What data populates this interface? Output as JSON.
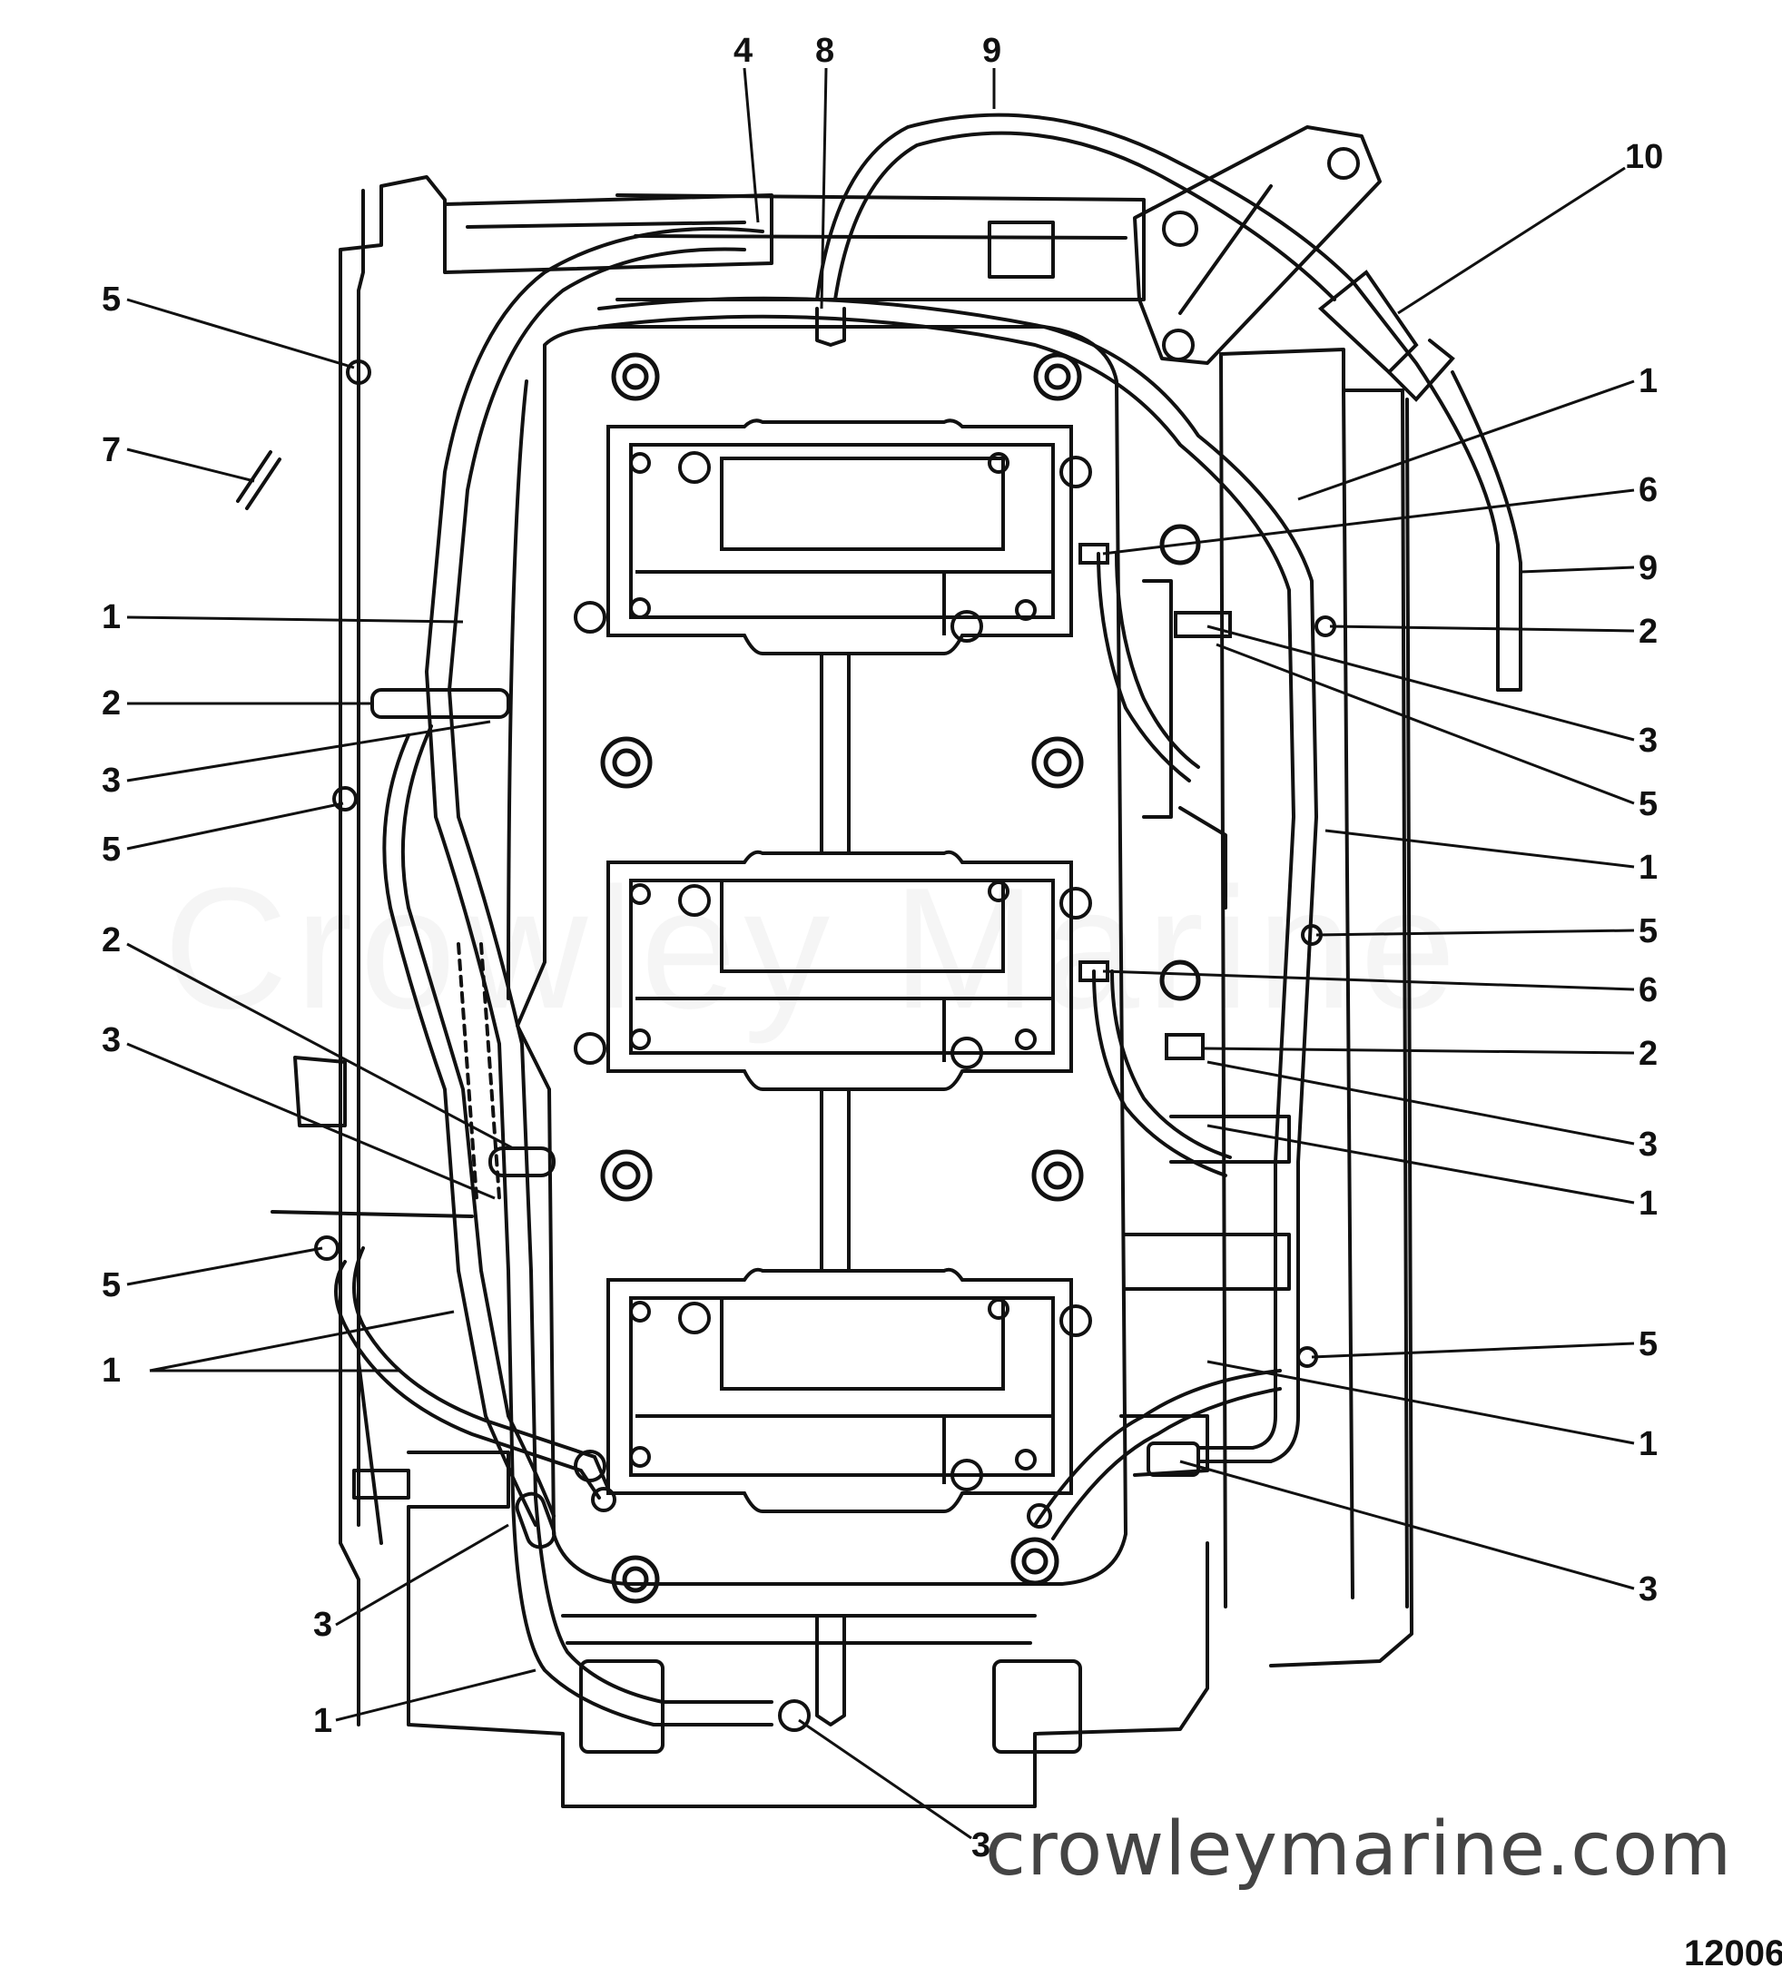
{
  "watermark": "Crowley Marine",
  "site": "crowleymarine.com",
  "figure_number": "12006",
  "callouts": [
    {
      "id": "c-4-top",
      "label": "4"
    },
    {
      "id": "c-8-top",
      "label": "8"
    },
    {
      "id": "c-9-top",
      "label": "9"
    },
    {
      "id": "c-10",
      "label": "10"
    },
    {
      "id": "c-5-l1",
      "label": "5"
    },
    {
      "id": "c-7",
      "label": "7"
    },
    {
      "id": "c-1-l1",
      "label": "1"
    },
    {
      "id": "c-2-l1",
      "label": "2"
    },
    {
      "id": "c-3-l1",
      "label": "3"
    },
    {
      "id": "c-5-l2",
      "label": "5"
    },
    {
      "id": "c-2-l2",
      "label": "2"
    },
    {
      "id": "c-3-l2",
      "label": "3"
    },
    {
      "id": "c-5-l3",
      "label": "5"
    },
    {
      "id": "c-1-l2",
      "label": "1"
    },
    {
      "id": "c-3-l3",
      "label": "3"
    },
    {
      "id": "c-1-l3",
      "label": "1"
    },
    {
      "id": "c-3-bottom",
      "label": "3"
    },
    {
      "id": "c-1-r1",
      "label": "1"
    },
    {
      "id": "c-6-r1",
      "label": "6"
    },
    {
      "id": "c-9-r",
      "label": "9"
    },
    {
      "id": "c-2-r1",
      "label": "2"
    },
    {
      "id": "c-3-r1",
      "label": "3"
    },
    {
      "id": "c-5-r1",
      "label": "5"
    },
    {
      "id": "c-1-r2",
      "label": "1"
    },
    {
      "id": "c-5-r2",
      "label": "5"
    },
    {
      "id": "c-6-r2",
      "label": "6"
    },
    {
      "id": "c-2-r2",
      "label": "2"
    },
    {
      "id": "c-3-r2",
      "label": "3"
    },
    {
      "id": "c-1-r3",
      "label": "1"
    },
    {
      "id": "c-5-r3",
      "label": "5"
    },
    {
      "id": "c-1-r4",
      "label": "1"
    },
    {
      "id": "c-3-r3",
      "label": "3"
    }
  ]
}
